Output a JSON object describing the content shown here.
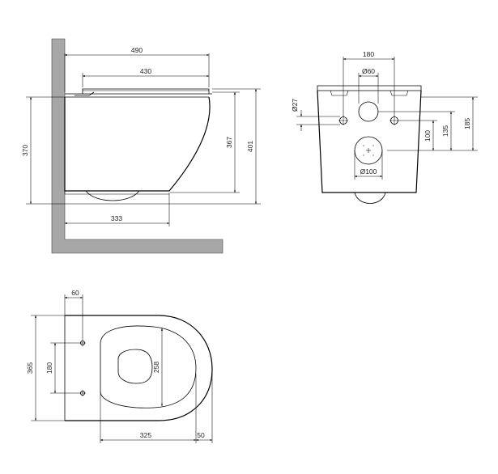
{
  "side_view": {
    "width_total": "490",
    "seat_width": "430",
    "height_total": "370",
    "height_rim": "367",
    "height_overall": "401",
    "bottom_depth": "333"
  },
  "front_view": {
    "bolt_spacing": "180",
    "outlet_diameter": "Ø60",
    "bolt_diameter": "Ø27",
    "outlet_height": "100",
    "inlet_height": "135",
    "top_height": "185",
    "drain_diameter": "Ø100"
  },
  "top_view": {
    "bolt_offset": "60",
    "length_total": "365",
    "bolt_spacing": "180",
    "bowl_width": "258",
    "length": "325",
    "offset": "50"
  }
}
